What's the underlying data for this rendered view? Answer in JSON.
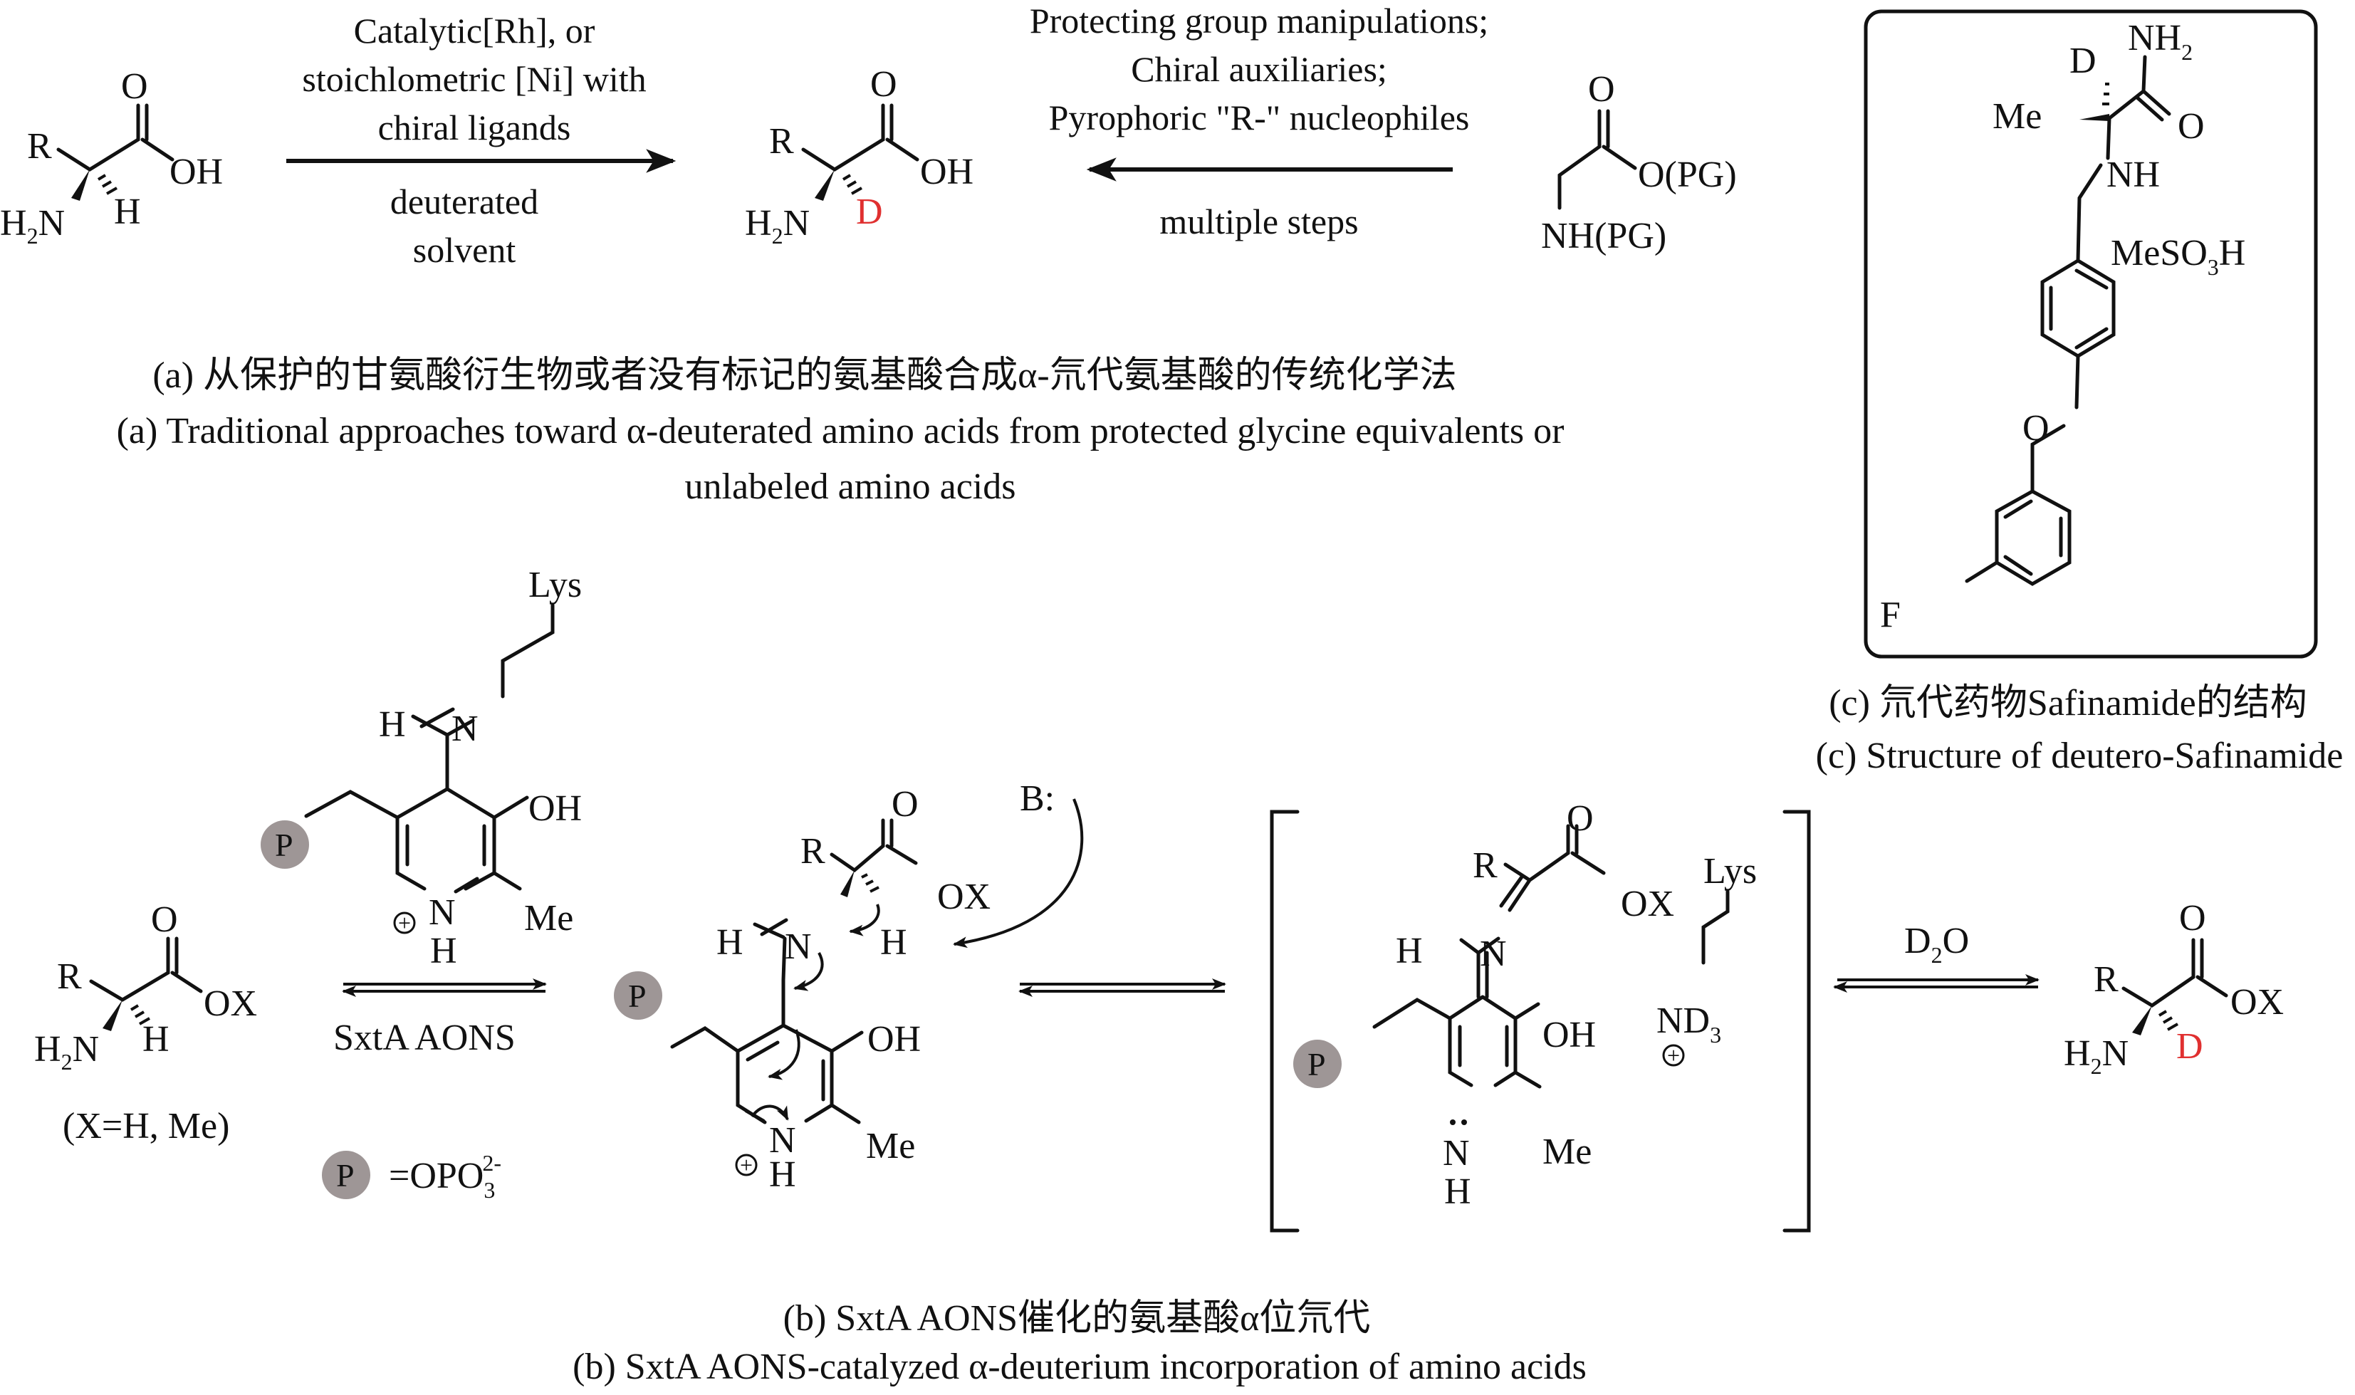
{
  "colors": {
    "deuterium_label": "#E03030",
    "phosphate_badge": "#9E9696",
    "ink": "#111111",
    "background": "#FFFFFF"
  },
  "panel_a": {
    "start": {
      "r": "R",
      "o": "O",
      "oh": "OH",
      "h2n_main": "H",
      "h2n_sub": "2",
      "h2n_tail": "N",
      "h": "H"
    },
    "forward_arrow": {
      "above": [
        "Catalytic[Rh], or",
        "stoichlometric [Ni] with",
        "chiral ligands"
      ],
      "below": [
        "deuterated",
        "solvent"
      ]
    },
    "product": {
      "r": "R",
      "o": "O",
      "oh": "OH",
      "h2n_main": "H",
      "h2n_sub": "2",
      "h2n_tail": "N",
      "d": "D"
    },
    "reverse_arrow": {
      "above": [
        "Protecting group manipulations;",
        "Chiral auxiliaries;",
        "Pyrophoric \"R-\" nucleophiles"
      ],
      "below": [
        "multiple steps"
      ]
    },
    "glycine": {
      "o": "O",
      "opg": "O(PG)",
      "nhpg": "NH(PG)"
    },
    "caption_zh": "(a) 从保护的甘氨酸衍生物或者没有标记的氨基酸合成α-氘代氨基酸的传统化学法",
    "caption_en_1": "(a) Traditional approaches toward α-deuterated amino acids from protected glycine equivalents or",
    "caption_en_2": "unlabeled amino acids"
  },
  "panel_c": {
    "nh2_main": "NH",
    "nh2_sub": "2",
    "d": "D",
    "me": "Me",
    "o": "O",
    "nh": "NH",
    "mesoh_main": "MeSO",
    "mesoh_sub": "3",
    "mesoh_tail": "H",
    "ether_o": "O",
    "f": "F",
    "caption_zh": "(c) 氘代药物Safinamide的结构",
    "caption_en": "(c) Structure of deutero-Safinamide"
  },
  "panel_b": {
    "amino_acid": {
      "r": "R",
      "o": "O",
      "ox": "OX",
      "h2n_main": "H",
      "h2n_sub": "2",
      "h2n_tail": "N",
      "h": "H",
      "note": "(X=H, Me)"
    },
    "plp_internal": {
      "lys": "Lys",
      "h": "H",
      "n": "N",
      "oh": "OH",
      "p": "P",
      "plus": "+",
      "nh_n": "N",
      "nh_h": "H",
      "me": "Me"
    },
    "eq1_label": "SxtA AONS",
    "phosphate_legend": {
      "p": "P",
      "eq_main": "=OPO",
      "eq_sub": "3",
      "eq_sup": "2-"
    },
    "external_aldimine": {
      "base": "B:",
      "r": "R",
      "o": "O",
      "ox": "OX",
      "h_alpha": "H",
      "h": "H",
      "n": "N",
      "oh": "OH",
      "p": "P",
      "nh_n": "N",
      "nh_h": "H",
      "plus": "+",
      "me": "Me"
    },
    "quinonoid": {
      "r": "R",
      "o": "O",
      "ox": "OX",
      "lys": "Lys",
      "h": "H",
      "n": "N",
      "nd3_main": "ND",
      "nd3_sub": "3",
      "plus": "+",
      "oh": "OH",
      "p": "P",
      "nh_n": "N",
      "nh_h": "H",
      "me": "Me"
    },
    "eq3_label_main": "D",
    "eq3_label_sub": "2",
    "eq3_label_tail": "O",
    "product": {
      "r": "R",
      "o": "O",
      "ox": "OX",
      "h2n_main": "H",
      "h2n_sub": "2",
      "h2n_tail": "N",
      "d": "D"
    },
    "caption_zh": "(b) SxtA AONS催化的氨基酸α位氘代",
    "caption_en": "(b) SxtA AONS-catalyzed α-deuterium incorporation of amino acids"
  }
}
